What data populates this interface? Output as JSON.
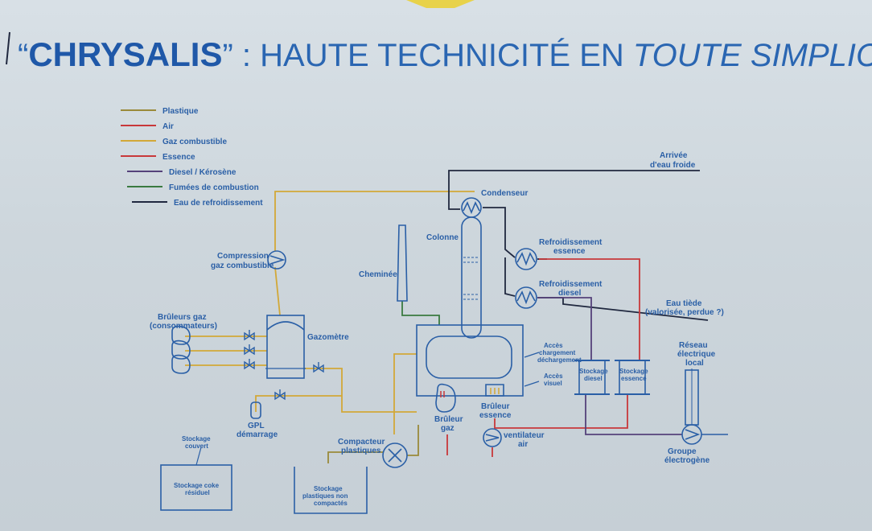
{
  "title": {
    "quote_open": "“",
    "brand": "CHRYSALIS",
    "quote_close": "”",
    "rest_a": " : HAUTE TECHNICITÉ EN ",
    "rest_b": "TOUTE SIMPLICITÉ"
  },
  "colors": {
    "plastique": "#9a8a3a",
    "air": "#c8383a",
    "gaz": "#d2a838",
    "essence": "#c8383a",
    "diesel": "#55427a",
    "fumees": "#3a7a40",
    "eau": "#20283f",
    "ink": "#2a5fa6"
  },
  "legend": [
    {
      "label": "Plastique",
      "color_key": "plastique"
    },
    {
      "label": "Air",
      "color_key": "air"
    },
    {
      "label": "Gaz combustible",
      "color_key": "gaz"
    },
    {
      "label": "Essence",
      "color_key": "essence"
    },
    {
      "label": "Diesel / Kérosène",
      "color_key": "diesel"
    },
    {
      "label": "Fumées de combustion",
      "color_key": "fumees"
    },
    {
      "label": "Eau de refroidissement",
      "color_key": "eau"
    }
  ],
  "labels": {
    "arrivee_1": "Arrivée",
    "arrivee_2": "d'eau froide",
    "condenseur": "Condenseur",
    "colonne": "Colonne",
    "refroid_ess_1": "Refroidissement",
    "refroid_ess_2": "essence",
    "refroid_dies_1": "Refroidissement",
    "refroid_dies_2": "diesel",
    "compression_1": "Compression",
    "compression_2": "gaz combustible",
    "cheminee": "Cheminée",
    "eau_tiede_1": "Eau tiède",
    "eau_tiede_2": "(valorisée, perdue ?)",
    "bruleurs_1": "Brûleurs gaz",
    "bruleurs_2": "(consommateurs)",
    "gazometre": "Gazomètre",
    "acces_charg_1": "Accès",
    "acces_charg_2": "chargement",
    "acces_charg_3": "déchargement",
    "acces_visuel_1": "Accès",
    "acces_visuel_2": "visuel",
    "stockage_diesel_1": "Stockage",
    "stockage_diesel_2": "diesel",
    "stockage_essence_1": "Stockage",
    "stockage_essence_2": "essence",
    "reseau_1": "Réseau",
    "reseau_2": "électrique",
    "reseau_3": "local",
    "gpl_1": "GPL",
    "gpl_2": "démarrage",
    "bruleur_gaz_1": "Brûleur",
    "bruleur_gaz_2": "gaz",
    "bruleur_ess_1": "Brûleur",
    "bruleur_ess_2": "essence",
    "ventilateur_1": "ventilateur",
    "ventilateur_2": "air",
    "compacteur_1": "Compacteur",
    "compacteur_2": "plastiques",
    "stockage_couvert_1": "Stockage",
    "stockage_couvert_2": "couvert",
    "stockage_coke_1": "Stockage coke",
    "stockage_coke_2": "résiduel",
    "stockage_plast_1": "Stockage",
    "stockage_plast_2": "plastiques non",
    "stockage_plast_3": "compactés",
    "groupe_1": "Groupe",
    "groupe_2": "électrogène"
  }
}
